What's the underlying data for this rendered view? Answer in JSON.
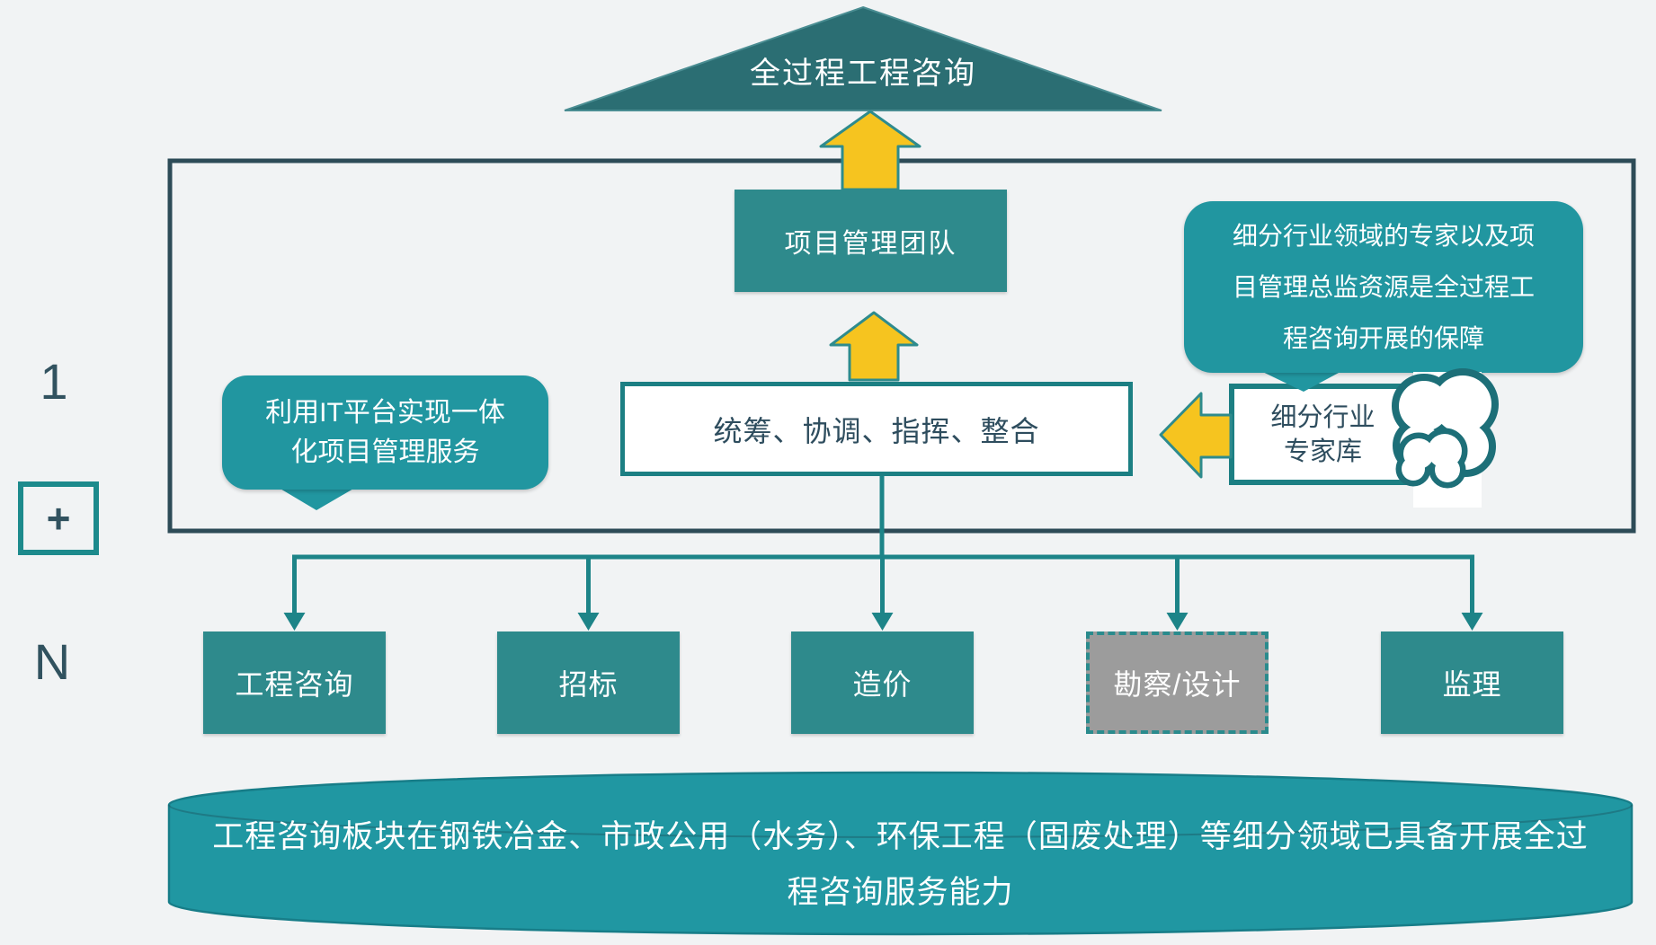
{
  "title": {
    "label": "全过程工程咨询"
  },
  "management": {
    "team_box": "项目管理团队",
    "coordination_box": "统筹、协调、指挥、整合"
  },
  "left_bubble": {
    "line1": "利用IT平台实现一体",
    "line2": "化项目管理服务"
  },
  "right_bubble": {
    "line1": "细分行业领域的专家以及项",
    "line2": "目管理总监资源是全过程工",
    "line3": "程咨询开展的保障"
  },
  "expert_box": {
    "line1": "细分行业",
    "line2": "专家库"
  },
  "left_markers": {
    "one": "1",
    "plus": "+",
    "n": "N"
  },
  "service_boxes": [
    {
      "label": "工程咨询",
      "style": "solid-teal"
    },
    {
      "label": "招标",
      "style": "solid-teal"
    },
    {
      "label": "造价",
      "style": "solid-teal"
    },
    {
      "label": "勘察/设计",
      "style": "dashed-gray"
    },
    {
      "label": "监理",
      "style": "solid-teal"
    }
  ],
  "bottom_banner": {
    "line1": "工程咨询板块在钢铁冶金、市政公用（水务）、环保工程（固废处理）等细分领域已具备开展全过",
    "line2": "程咨询服务能力"
  },
  "icons": {
    "cloud": "cloud-icon",
    "up_arrow": "up-arrow-icon",
    "left_arrow": "left-arrow-icon"
  },
  "colors": {
    "background": "#f1f3f4",
    "dark_triangle": "#2b6e73",
    "teal_box": "#2e8a8c",
    "bright_teal": "#2196a0",
    "container_border": "#2d4b57",
    "box_border_teal": "#1c7f83",
    "connector": "#1d8488",
    "arrow_yellow": "#f6c41f",
    "arrow_outline": "#2e8b8d",
    "gray_box": "#9c9c9c",
    "dark_text": "#2e4d5e",
    "cylinder": "#2097a2"
  }
}
